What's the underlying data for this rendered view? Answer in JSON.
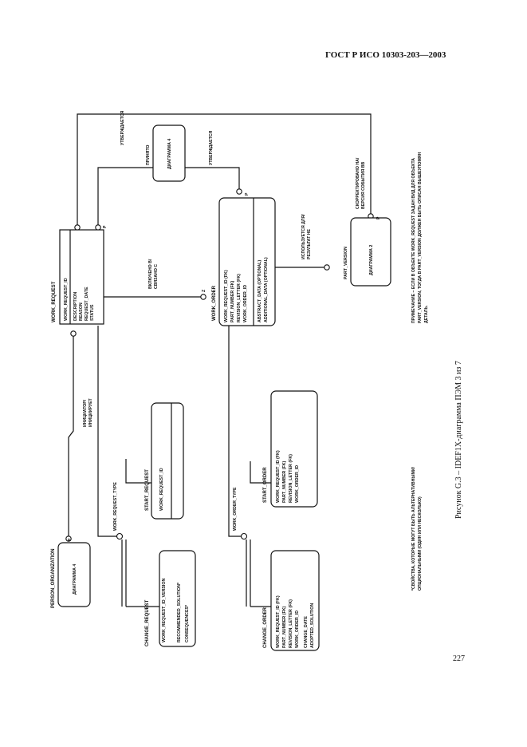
{
  "header": "ГОСТ Р ИСО 10303-203—2003",
  "page_number": "227",
  "caption": "Рисунок G.3 – IDEF1X-диаграмма ПЭМ 3 из 7",
  "entities": {
    "work_request": {
      "title": "WORK_REQUEST",
      "key_attrs": [
        "WORK_REQUEST_ID"
      ],
      "attrs": [
        "DESCRIPTION",
        "REASON",
        "REQUEST_DATE",
        "STATUS"
      ]
    },
    "work_order": {
      "title": "WORK_ORDER",
      "key_attrs": [
        "WORK_REQUEST_ID (FK)",
        "PART_NUMBER (FK)",
        "REVISION_LETTER (FK)",
        "WORK_ORDER_ID"
      ],
      "attrs": [
        "ABSTRACT_DATA (OPTIONAL)",
        "ADDITIONAL_DATA (OPTIONAL)"
      ]
    },
    "start_request": {
      "title": "START_REQUEST",
      "key_attrs": [
        "WORK_REQUEST_ID"
      ]
    },
    "change_request": {
      "title": "CHANGE_REQUEST",
      "key_attrs": [
        "WORK_REQUEST_ID_VERSION"
      ],
      "attrs": [
        "RECOMMENDED_SOLUTION*",
        "CONSEQUENCES*"
      ]
    },
    "start_order": {
      "title": "START_ORDER",
      "key_attrs": [
        "WORK_REQUEST_ID (FK)",
        "PART_NUMBER (FK)",
        "REVISION_LETTER (FK)",
        "WORK_ORDER_ID"
      ]
    },
    "change_order": {
      "title": "CHANGE_ORDER",
      "key_attrs": [
        "WORK_REQUEST_ID (FK)",
        "PART_NUMBER (FK)",
        "REVISION_LETTER (FK)",
        "WORK_ORDER_ID"
      ],
      "attrs": [
        "CHANGE_DATE",
        "ADOPTED_SOLUTION"
      ]
    },
    "diagram4_top": {
      "label": "ДИАГРАММА 4"
    },
    "diagram4_left": {
      "title": "PERSON_ORGANIZATION",
      "label": "ДИАГРАММА 4"
    },
    "diagram2": {
      "title": "PART_VERSION",
      "label": "ДИАГРАММА 2"
    }
  },
  "relationships": {
    "approved_by_1": "УТВЕРЖДАЕТСЯ",
    "approved_by_2": "УТВЕРЖДАЕТСЯ",
    "adopted": "ПРИНЯТО",
    "initiated_by": [
      "ИНИЦИАТОР/",
      "ИНИЦИИРУЕТ"
    ],
    "included_in": [
      "ВКЛЮЧЕНО В/",
      "СВЯЗАНО С"
    ],
    "used_for": [
      "ИСПОЛЬЗУЕТСЯ ДЛЯ/",
      "РЕЗУЛЬТАТ НЕ"
    ],
    "corrected_to": [
      "СКОРРЕКТИРОВАНО НА/",
      "ВЕРСИЯ СОБЫТИЯ  ВВ"
    ],
    "work_request_type": "WORK_REQUEST_TYPE",
    "work_order_type": "WORK_ORDER_TYPE"
  },
  "notes": {
    "right": [
      "ПРИМЕЧАНИЕ – ЕСЛИ В ОБЪЕКТЕ WORK_REQUEST ЗАДАН ВИД ДЛЯ ОБЪЕКТА",
      "PART_VERSION, ТОГДА В PART_VERSION ДОЛЖЕН БЫТЬ ОПИСАН ВЫШЕУПОМЯН",
      "ДЕТАЛЬ."
    ],
    "left": [
      "*СВОЙСТВА, КОТОРЫЕ МОГУТ БЫТЬ АЛЬТЕРНАТИВНЫМИ/",
      "ОПЦИОНАЛЬНЫМИ (ОДИН ИЛИ НЕСКОЛЬКО)"
    ]
  },
  "cardinality": {
    "p": "P",
    "z": "Z"
  }
}
